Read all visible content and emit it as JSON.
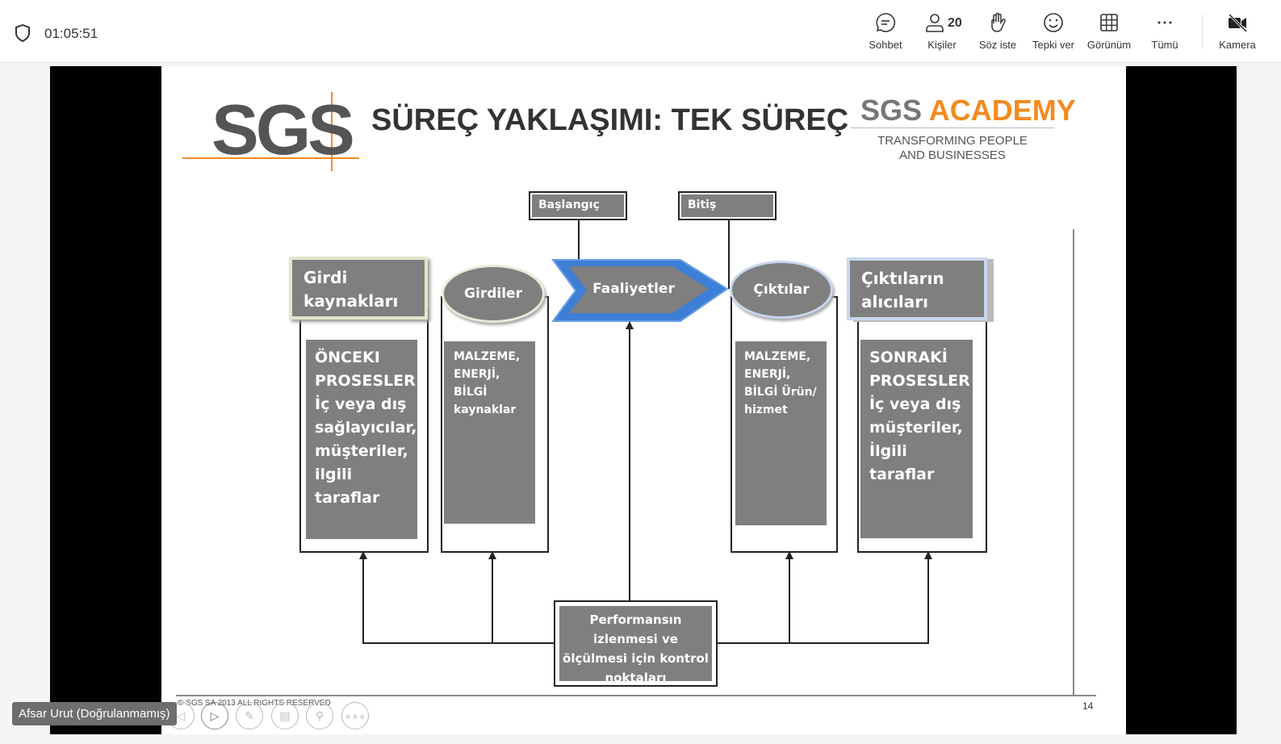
{
  "meeting": {
    "timer": "01:05:51"
  },
  "toolbar": [
    {
      "label": "Sohbet",
      "icon": "chat-icon"
    },
    {
      "label": "Kişiler",
      "icon": "people-icon",
      "count": "20"
    },
    {
      "label": "Söz iste",
      "icon": "raise-hand-icon"
    },
    {
      "label": "Tepki ver",
      "icon": "smiley-icon"
    },
    {
      "label": "Görünüm",
      "icon": "grid-icon"
    },
    {
      "label": "Tümü",
      "icon": "more-icon"
    },
    {
      "label": "Kamera",
      "icon": "camera-off-icon"
    }
  ],
  "slide": {
    "logo": "SGS",
    "title": "SÜREÇ YAKLAŞIMI: TEK SÜREÇ",
    "academy_a": "SGS ",
    "academy_b": "ACADEMY",
    "tagline": "TRANSFORMING PEOPLE AND BUSINESSES",
    "start": "Başlangıç",
    "end": "Bitiş",
    "girdi_kaynak": "Girdi kaynakları",
    "girdiler": "Girdiler",
    "faaliyetler": "Faaliyetler",
    "ciktilar": "Çıktılar",
    "cikti_alicilar": "Çıktıların alıcıları",
    "onceki": "ÖNCEKI PROSESLER İç veya dış sağlayıcılar, müşteriler, ilgili taraflar",
    "girdi_detay": "MALZEME, ENERJİ, BİLGİ kaynaklar",
    "cikti_detay": "MALZEME, ENERJİ, BİLGİ Ürün/ hizmet",
    "sonraki": "SONRAKİ PROSESLER İç veya dış müşteriler, İlgili taraflar",
    "performans": "Performansın izlenmesi ve ölçülmesi için kontrol noktaları",
    "copyright": "© SGS SA 2013 ALL RIGHTS RESERVED",
    "page": "14"
  },
  "presenter": {
    "name": "Afsar Urut (Doğrulanmamış)"
  }
}
